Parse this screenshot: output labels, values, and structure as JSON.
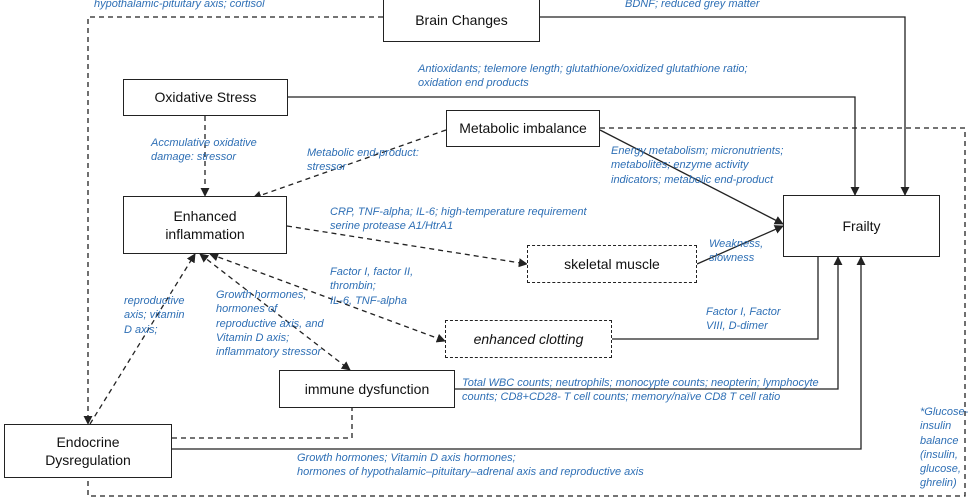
{
  "colors": {
    "annotation": "#2e6fb5",
    "box_border": "#222222",
    "arrow": "#222222"
  },
  "nodes": {
    "brain_changes": "Brain Changes",
    "oxidative_stress": "Oxidative Stress",
    "metabolic_imbalance": "Metabolic imbalance",
    "enhanced_inflammation": "Enhanced\ninflammation",
    "skeletal_muscle": "skeletal muscle",
    "frailty": "Frailty",
    "enhanced_clotting": "enhanced clotting",
    "immune_dysfunction": "immune dysfunction",
    "endocrine_dysregulation": "Endocrine\nDysregulation"
  },
  "annotations": {
    "hpa_cortisol": "hypothalamic-pituitary axis; cortisol",
    "bdnf": "BDNF; reduced grey matter",
    "antioxidants": "Antioxidants; telemore length; glutathione/oxidized glutathione ratio;\noxidation end products",
    "accumulative": "Accmulative oxidative\ndamage: stressor",
    "metabolic_end_product": "Metabolic end-product:\nstressor",
    "energy_metabolism": "Energy metabolism; micronutrients;\nmetabolites; enzyme activity\nindicators; metabolic end-product",
    "crp": "CRP, TNF-alpha; IL-6; high-temperature requirement\nserine protease A1/HtrA1",
    "weakness": "Weakness,\nslowness",
    "factor_thrombin": "Factor I, factor II,\nthrombin;\nIL-6, TNF-alpha",
    "reproductive_axis": "reproductive\naxis; vitamin\nD axis;",
    "growth_hormones_stressor": "Growth hormones,\nhormones of\nreproductive axis, and\nVitamin D axis;\ninflammatory stressor",
    "factor_viii": "Factor I, Factor\nVIII, D-dimer",
    "wbc": "Total WBC counts; neutrophils; monocypte counts; neopterin; lymphocyte\ncounts; CD8+CD28- T cell counts; memory/naïve CD8 T cell ratio",
    "glucose_insulin": "*Glucose-\ninsulin\nbalance\n(insulin,\nglucose,\nghrelin)",
    "growth_hormones_hpa": "Growth hormones; Vitamin D axis hormones;\nhormones of hypothalamic–pituitary–adrenal axis and reproductive axis"
  }
}
